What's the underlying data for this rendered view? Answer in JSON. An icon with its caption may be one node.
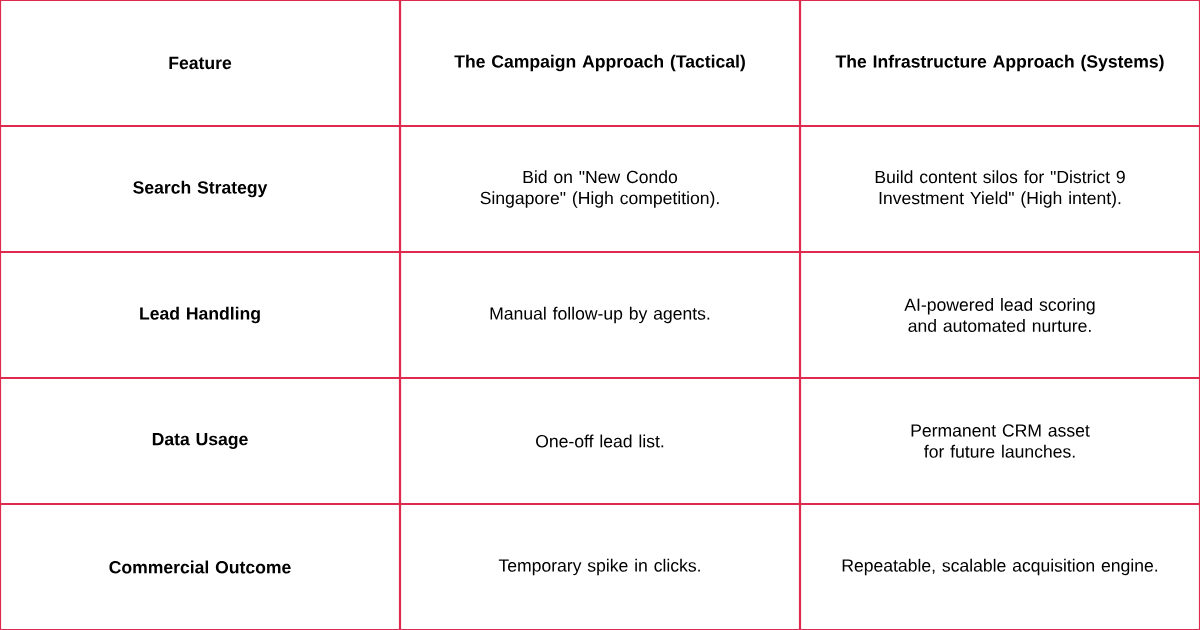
{
  "diagram": {
    "labels": [
      "Feature",
      "The Campaign Approach (Tactical)",
      "The Infrastructure Approach (Systems)",
      "Search Strategy",
      "Bid on \"New Condo Singapore\" (High competition).",
      "Build content silos for \"District 9 Investment Yield\" (High intent).",
      "Lead Handling",
      "Manual follow-up by agents.",
      "AI-powered lead scoring and automated nurture.",
      "Data Usage",
      "One-off lead list.",
      "Permanent CRM asset for future launches.",
      "Commercial Outcome",
      "Temporary spike in clicks.",
      "Repeatable, scalable acquisition engine."
    ]
  }
}
